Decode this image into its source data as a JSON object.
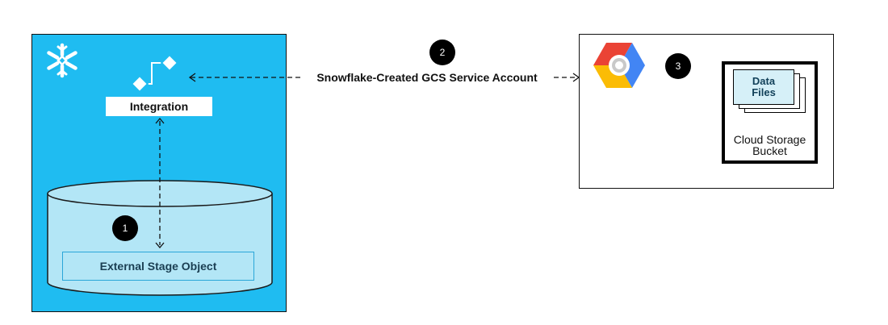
{
  "snowflake": {
    "integration_label": "Integration",
    "stage_label": "External Stage Object",
    "badge": "1"
  },
  "connection": {
    "label": "Snowflake-Created GCS Service Account",
    "badge": "2"
  },
  "gcp": {
    "badge": "3",
    "data_files_line1": "Data",
    "data_files_line2": "Files",
    "bucket_line1": "Cloud Storage",
    "bucket_line2": "Bucket"
  },
  "colors": {
    "snowflake_blue": "#1fbcf1",
    "cylinder_fill": "#b3e6f6",
    "gcp_red": "#ea4335",
    "gcp_yellow": "#fbbc05",
    "gcp_blue": "#4285f4"
  }
}
